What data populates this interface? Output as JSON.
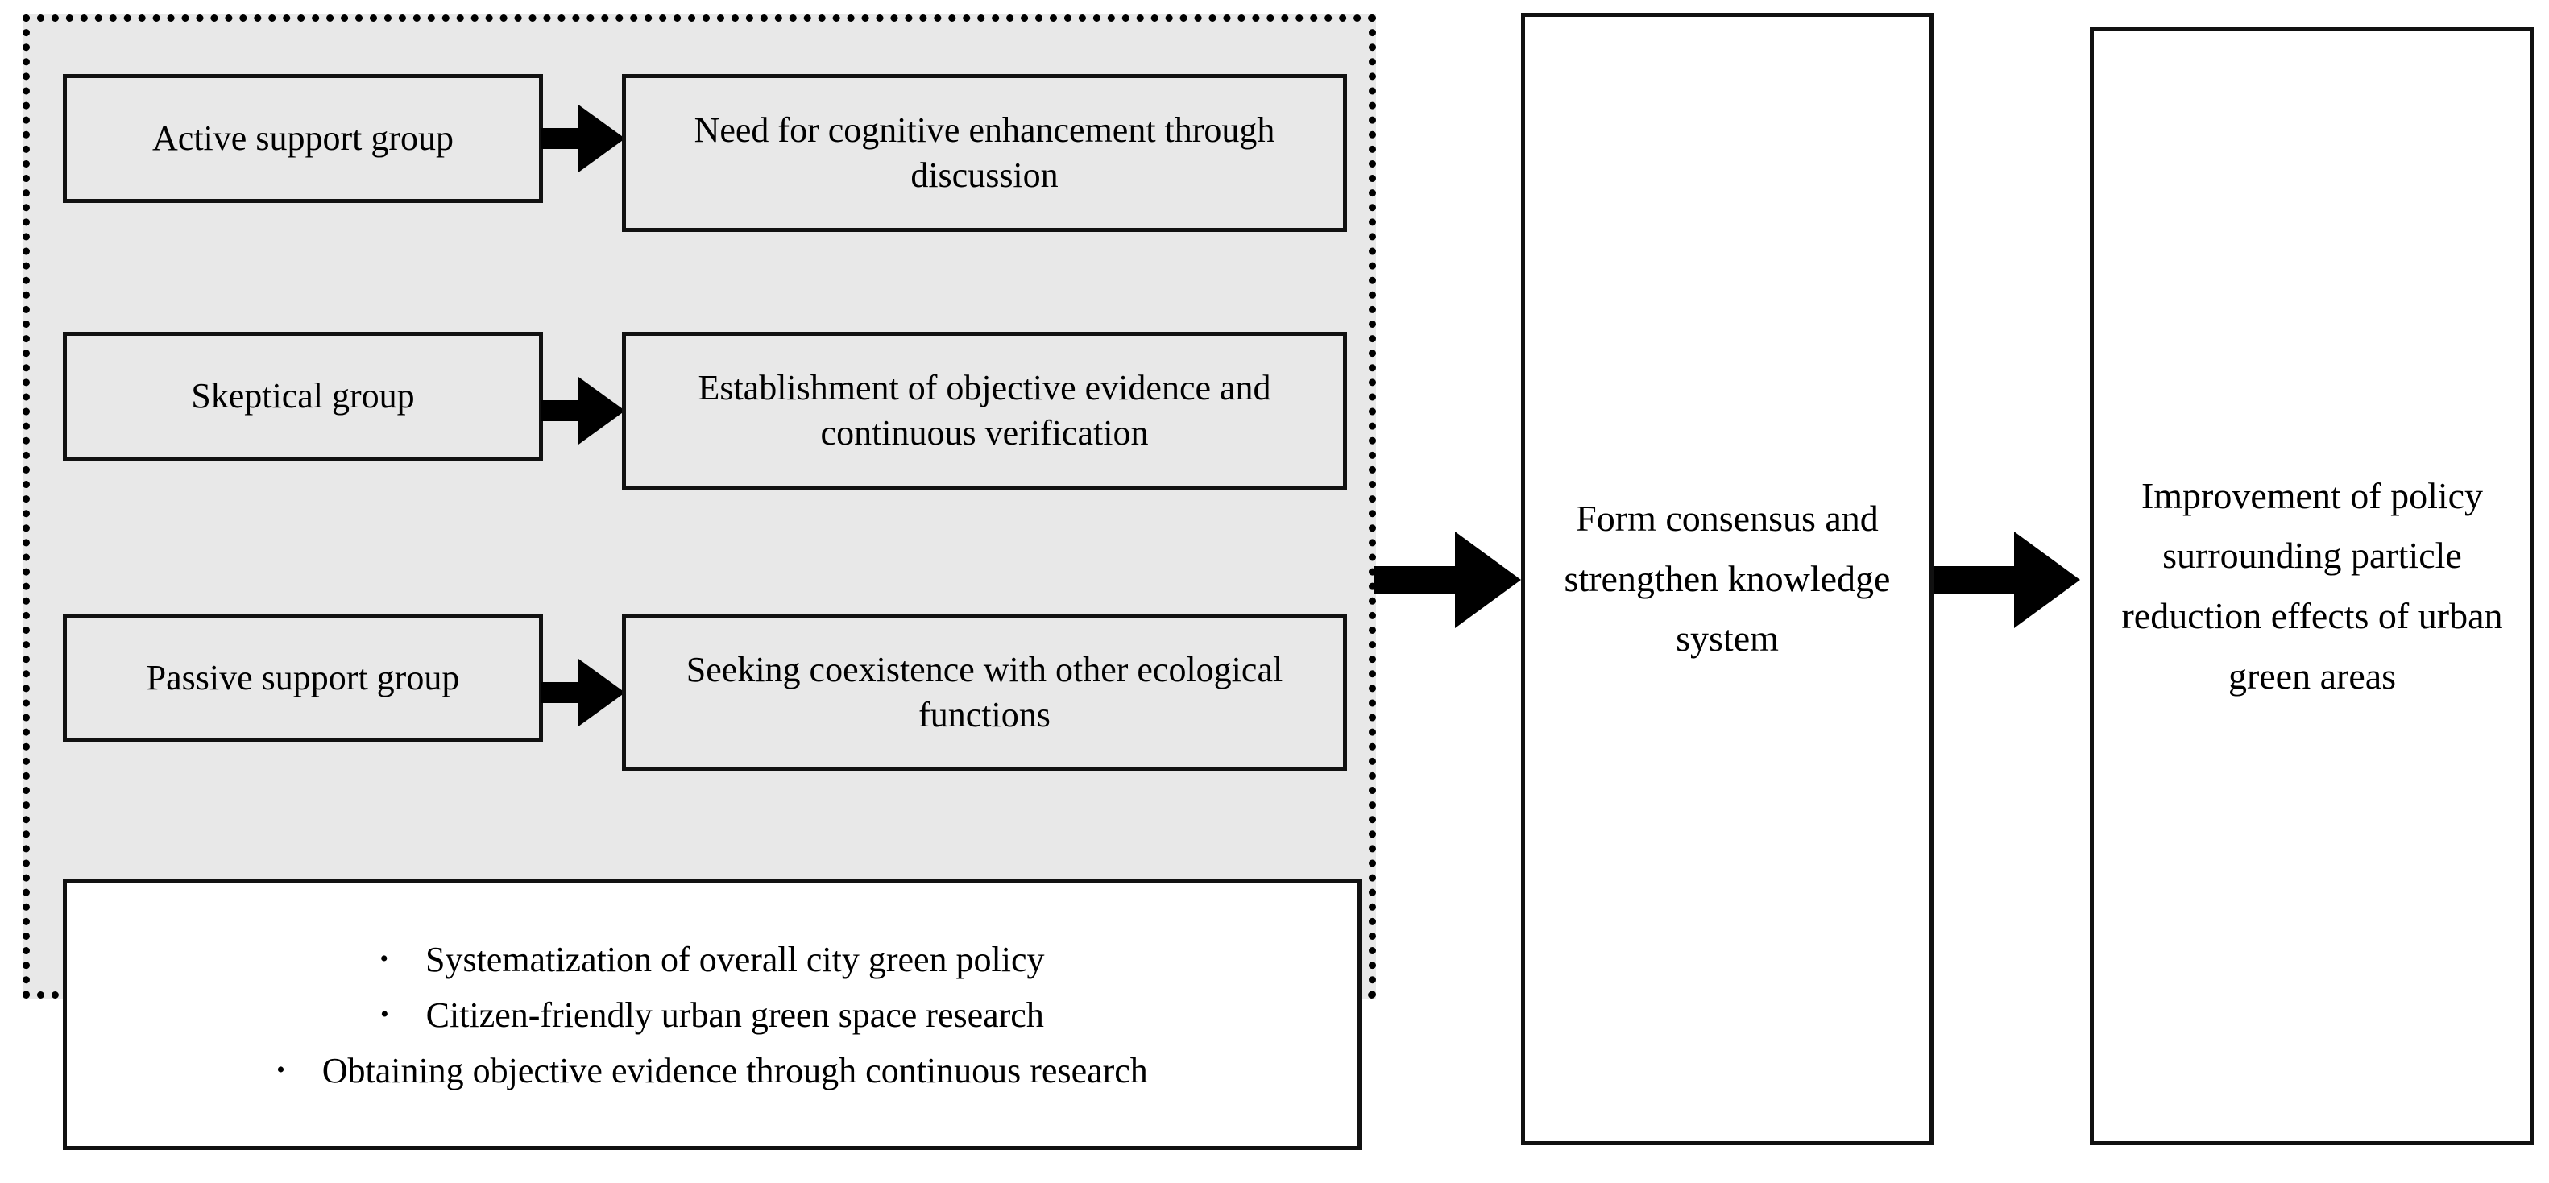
{
  "diagram": {
    "group_container": {
      "name": "stakeholder-perception-group",
      "fill_color": "#e8e8e8",
      "border_style": "dotted"
    },
    "groups": [
      {
        "label": "Active support group"
      },
      {
        "label": "Skeptical group"
      },
      {
        "label": "Passive support group"
      }
    ],
    "themes": [
      {
        "label": "Need for cognitive enhancement through discussion"
      },
      {
        "label": "Establishment of objective evidence and continuous verification"
      },
      {
        "label": "Seeking coexistence with other ecological functions"
      }
    ],
    "bullet_box": {
      "bullet_glyph": "•",
      "items": [
        "Systematization of overall city green policy",
        "Citizen-friendly urban green space research",
        "Obtaining objective evidence through continuous research"
      ]
    },
    "outcomes": [
      {
        "label": "Form consensus and strengthen knowledge system"
      },
      {
        "label": "Improvement of policy surrounding particle reduction effects of urban green areas"
      }
    ],
    "arrows": [
      {
        "name": "arrow-group1-to-theme1"
      },
      {
        "name": "arrow-group2-to-theme2"
      },
      {
        "name": "arrow-group3-to-theme3"
      },
      {
        "name": "arrow-groupbox-to-consensus"
      },
      {
        "name": "arrow-consensus-to-improvement"
      }
    ],
    "colors": {
      "box_fill_gray": "#e8e8e8",
      "box_fill_white": "#ffffff",
      "stroke": "#111111",
      "page_background": "#ffffff"
    }
  }
}
